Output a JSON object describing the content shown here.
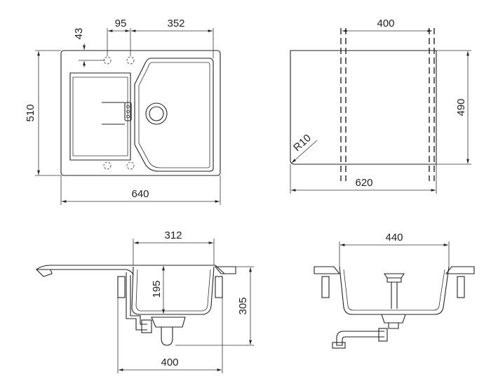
{
  "dimensions": {
    "top_view": {
      "width": "640",
      "height": "510",
      "tap_offset": "43",
      "tap_spacing": "95",
      "bowl_width": "352"
    },
    "cutout": {
      "width": "620",
      "height": "490",
      "inner_width": "400",
      "radius": "R10"
    },
    "side_view": {
      "bowl_width": "312",
      "bowl_depth": "195",
      "total_depth": "305",
      "cabinet_width": "400"
    },
    "front_view": {
      "bowl_width": "440"
    }
  },
  "colors": {
    "line": "#222222",
    "background": "#ffffff"
  }
}
